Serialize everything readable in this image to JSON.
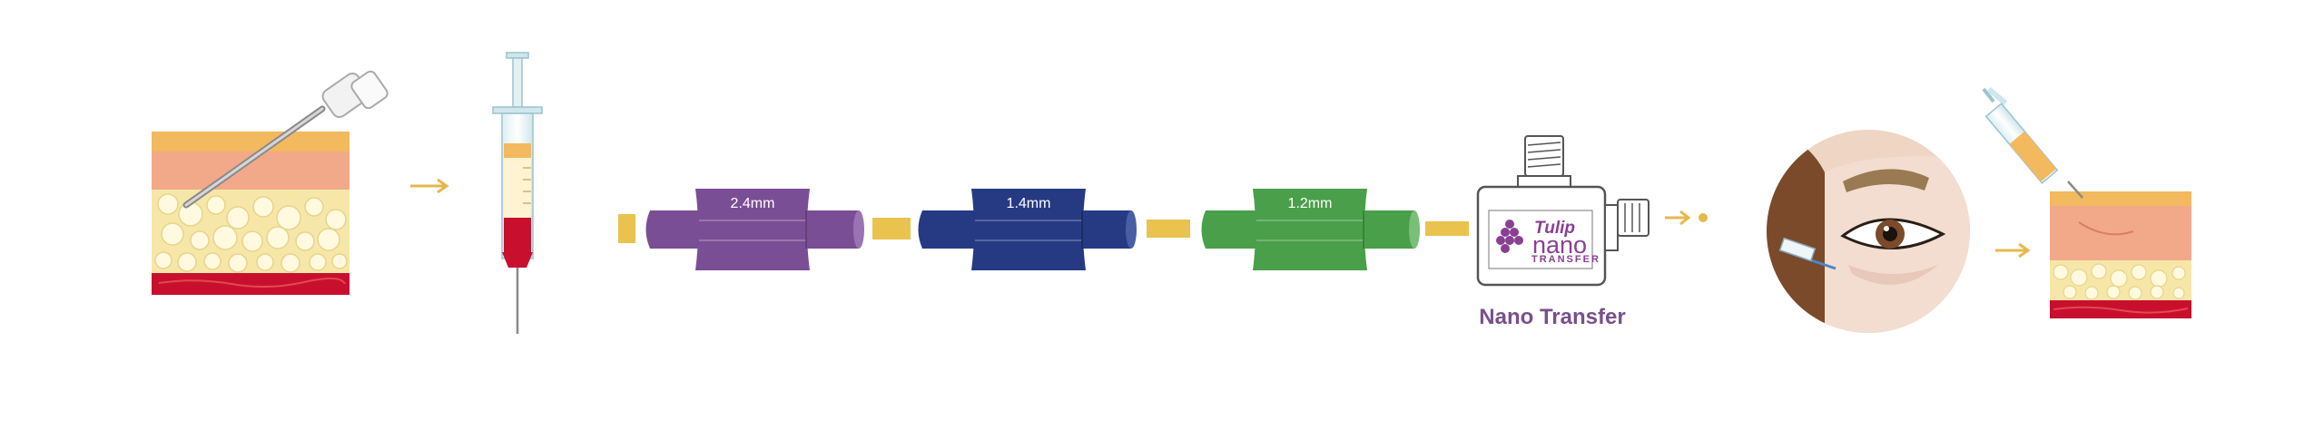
{
  "connectors": [
    {
      "size_label": "2.4mm",
      "color": "#7a4e94"
    },
    {
      "size_label": "1.4mm",
      "color": "#263a84"
    },
    {
      "size_label": "1.2mm",
      "color": "#4a9f4a"
    }
  ],
  "device": {
    "brand": "Tulip",
    "product": "nano",
    "subtitle": "TRANSFER",
    "caption": "Nano Transfer"
  },
  "colors": {
    "gold": "#e9c34e",
    "arrow": "#e6b84c",
    "purple": "#7a4e94",
    "navy": "#263a84",
    "green": "#4a9f4a",
    "brand_purple": "#8a3f93",
    "blood": "#c8102e",
    "skin_peach": "#f2a98a",
    "fat_yellow": "#f6e7a8"
  }
}
